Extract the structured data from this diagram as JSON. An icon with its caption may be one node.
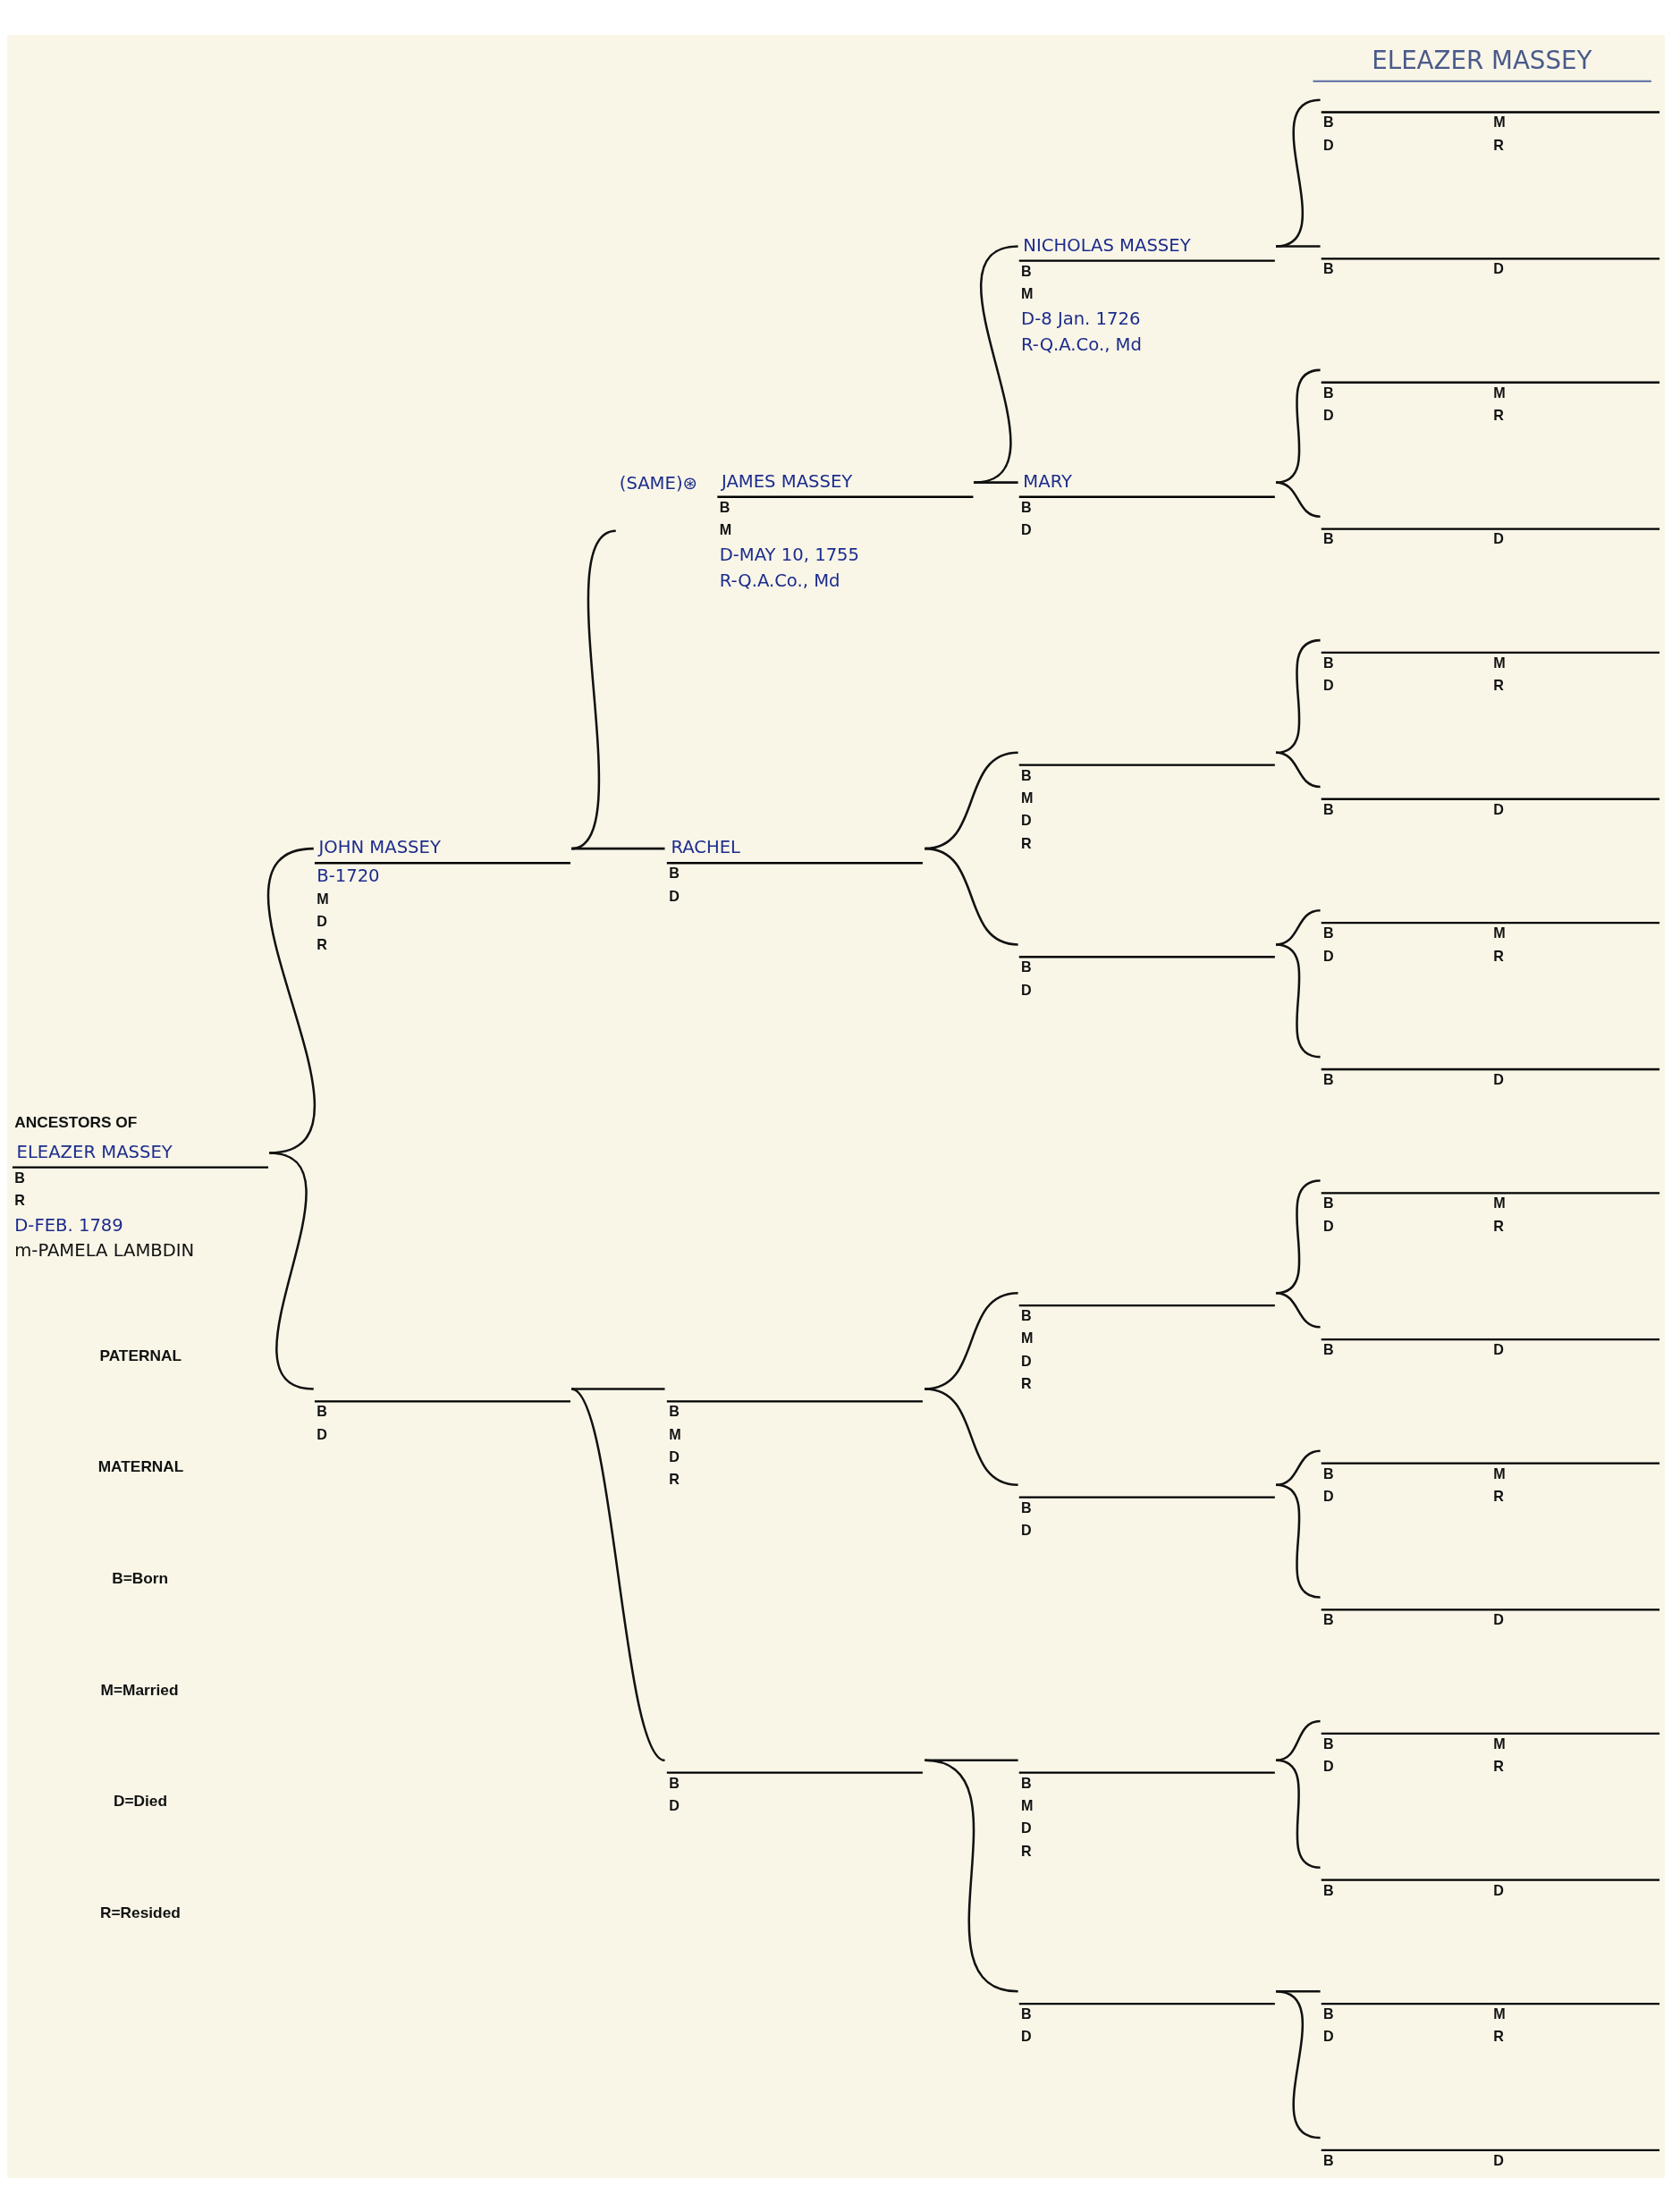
{
  "diagram": {
    "title": "ELEAZER MASSEY",
    "nodes": [
      {
        "text": [
          "ANCESTORS OF",
          "ELEAZER MASSEY",
          "B",
          "R",
          "D-FEB. 1789",
          "m-PAMELA LAMBDIN"
        ]
      },
      {
        "text": [
          "JOHN MASSEY",
          "B-1720",
          "M",
          "D",
          "R"
        ]
      },
      {
        "text": [
          "B",
          "D"
        ]
      },
      {
        "text": [
          "(SAME)⊛",
          "JAMES MASSEY",
          "B",
          "M",
          "D-MAY 10, 1755",
          "R-Q.A.Co., Md"
        ]
      },
      {
        "text": [
          "RACHEL",
          "B",
          "D"
        ]
      },
      {
        "text": [
          "B",
          "M",
          "D",
          "R"
        ]
      },
      {
        "text": [
          "B",
          "D"
        ]
      },
      {
        "text": [
          "NICHOLAS MASSEY",
          "B",
          "M",
          "D-8 Jan. 1726",
          "R-Q.A.Co., Md"
        ]
      },
      {
        "text": [
          "MARY",
          "B",
          "D"
        ]
      },
      {
        "text": [
          "B",
          "M",
          "D",
          "R"
        ]
      },
      {
        "text": [
          "B",
          "D"
        ]
      },
      {
        "text": [
          "B",
          "M",
          "D",
          "R"
        ]
      },
      {
        "text": [
          "B",
          "D"
        ]
      },
      {
        "text": [
          "B",
          "M",
          "D",
          "R"
        ]
      },
      {
        "text": [
          "B",
          "D"
        ]
      },
      {
        "text": [
          "B",
          "M",
          "D",
          "R"
        ]
      },
      {
        "text": [
          "B",
          "D"
        ]
      },
      {
        "text": [
          "B",
          "M",
          "D",
          "R"
        ]
      },
      {
        "text": [
          "B",
          "D"
        ]
      },
      {
        "text": [
          "B",
          "M",
          "D",
          "R"
        ]
      },
      {
        "text": [
          "B",
          "D"
        ]
      },
      {
        "text": [
          "B",
          "M",
          "D",
          "R"
        ]
      },
      {
        "text": [
          "B",
          "D"
        ]
      },
      {
        "text": [
          "B",
          "M",
          "D",
          "R"
        ]
      },
      {
        "text": [
          "B",
          "D"
        ]
      },
      {
        "text": [
          "B",
          "M",
          "D",
          "R"
        ]
      },
      {
        "text": [
          "B",
          "D"
        ]
      },
      {
        "text": [
          "B",
          "M",
          "D",
          "R"
        ]
      },
      {
        "text": [
          "B",
          "D"
        ]
      },
      {
        "text": [
          "B",
          "M",
          "D",
          "R"
        ]
      },
      {
        "text": [
          "B",
          "D"
        ]
      }
    ],
    "edges": [
      {
        "from": 0,
        "to": 1,
        "arrow": "none"
      },
      {
        "from": 0,
        "to": 2,
        "arrow": "none"
      },
      {
        "from": 1,
        "to": 3,
        "arrow": "none"
      },
      {
        "from": 1,
        "to": 4,
        "arrow": "none"
      },
      {
        "from": 2,
        "to": 5,
        "arrow": "none"
      },
      {
        "from": 2,
        "to": 6,
        "arrow": "none"
      },
      {
        "from": 3,
        "to": 7,
        "arrow": "none"
      },
      {
        "from": 3,
        "to": 8,
        "arrow": "none"
      },
      {
        "from": 4,
        "to": 9,
        "arrow": "none"
      },
      {
        "from": 4,
        "to": 10,
        "arrow": "none"
      },
      {
        "from": 5,
        "to": 11,
        "arrow": "none"
      },
      {
        "from": 5,
        "to": 12,
        "arrow": "none"
      },
      {
        "from": 6,
        "to": 13,
        "arrow": "none"
      },
      {
        "from": 6,
        "to": 14,
        "arrow": "none"
      },
      {
        "from": 7,
        "to": 15,
        "arrow": "none"
      },
      {
        "from": 7,
        "to": 16,
        "arrow": "none"
      },
      {
        "from": 8,
        "to": 17,
        "arrow": "none"
      },
      {
        "from": 8,
        "to": 18,
        "arrow": "none"
      },
      {
        "from": 9,
        "to": 19,
        "arrow": "none"
      },
      {
        "from": 9,
        "to": 20,
        "arrow": "none"
      },
      {
        "from": 10,
        "to": 21,
        "arrow": "none"
      },
      {
        "from": 10,
        "to": 22,
        "arrow": "none"
      },
      {
        "from": 11,
        "to": 23,
        "arrow": "none"
      },
      {
        "from": 11,
        "to": 24,
        "arrow": "none"
      },
      {
        "from": 12,
        "to": 25,
        "arrow": "none"
      },
      {
        "from": 12,
        "to": 26,
        "arrow": "none"
      },
      {
        "from": 13,
        "to": 27,
        "arrow": "none"
      },
      {
        "from": 13,
        "to": 28,
        "arrow": "none"
      },
      {
        "from": 14,
        "to": 29,
        "arrow": "none"
      },
      {
        "from": 14,
        "to": 30,
        "arrow": "none"
      }
    ],
    "labels": [
      "PATERNAL",
      "MATERNAL",
      "B=Born",
      "M=Married",
      "D=Died",
      "R=Resided"
    ]
  }
}
